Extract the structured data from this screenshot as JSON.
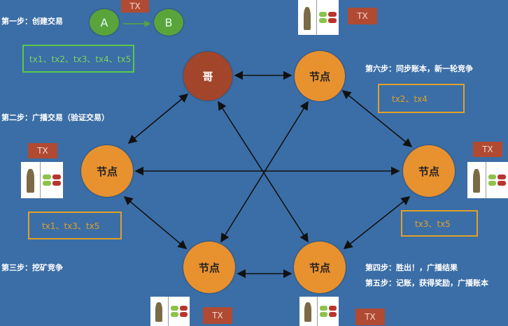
{
  "steps": {
    "step1": "第一步：创建交易",
    "step2": "第二步：广播交易（验证交易）",
    "step3": "第三步：挖矿竞争",
    "step4": "第四步：胜出！，广播结果",
    "step5": "第五步：记账，获得奖励，广播账本",
    "step6": "第六步：同步账本，新一轮竞争"
  },
  "transaction": {
    "from": "A",
    "to": "B",
    "tx_label": "TX"
  },
  "pools": {
    "all": "tx1、tx2、tx3、tx4、tx5",
    "top_right": "tx2、tx4",
    "left": "tx1、tx3、tx5",
    "right": "tx3、tx5"
  },
  "nodes": {
    "winner": "哥",
    "node": "节点"
  },
  "colors": {
    "background": "#3b6ea6",
    "node": "#e8912f",
    "winner": "#a3452b",
    "green": "#5aa43c",
    "orange_box": "#e0a02a",
    "tx": "#b04a32"
  }
}
